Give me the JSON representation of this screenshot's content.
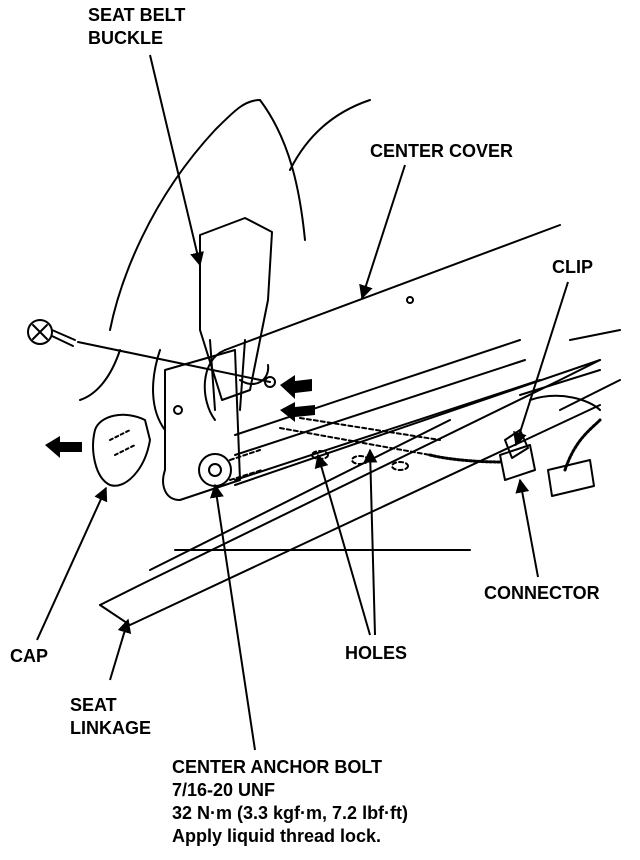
{
  "labels": {
    "seat_belt_buckle": [
      "SEAT BELT",
      "BUCKLE"
    ],
    "center_cover": "CENTER COVER",
    "clip": "CLIP",
    "connector": "CONNECTOR",
    "cap": "CAP",
    "holes": "HOLES",
    "seat_linkage": [
      "SEAT",
      "LINKAGE"
    ],
    "center_anchor_bolt": {
      "title": "CENTER ANCHOR BOLT",
      "thread": "7/16-20 UNF",
      "torque": "32 N·m (3.3 kgf·m, 7.2 lbf·ft)",
      "note": "Apply liquid thread lock."
    }
  },
  "colors": {
    "ink": "#000000",
    "paper": "#ffffff"
  }
}
